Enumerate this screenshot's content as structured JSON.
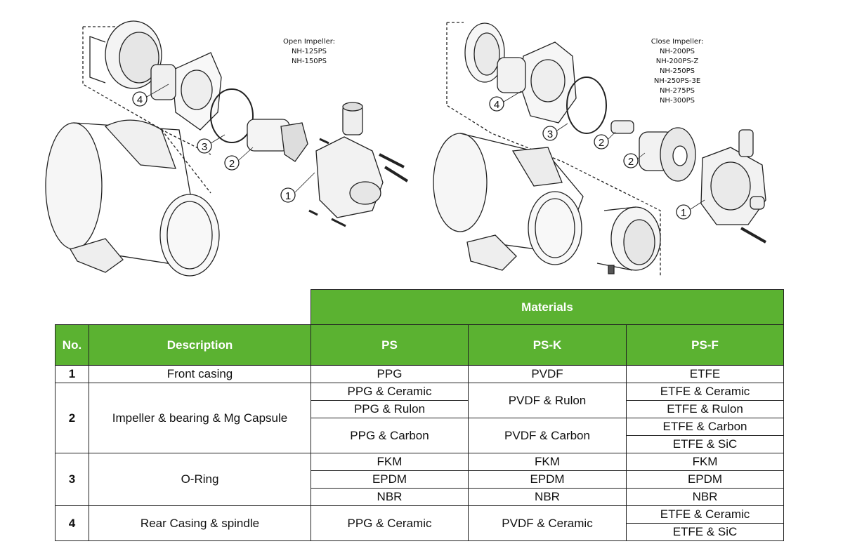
{
  "diagram": {
    "left_title": "Open Impeller:",
    "left_models": [
      "NH-125PS",
      "NH-150PS"
    ],
    "right_title": "Close Impeller:",
    "right_models": [
      "NH-200PS",
      "NH-200PS-Z",
      "NH-250PS",
      "NH-250PS-3E",
      "NH-275PS",
      "NH-300PS"
    ],
    "left_callouts": [
      "4",
      "3",
      "2",
      "1"
    ],
    "right_callouts": [
      "4",
      "3",
      "2",
      "2",
      "1"
    ]
  },
  "table": {
    "materials_header": "Materials",
    "headers": {
      "no": "No.",
      "description": "Description",
      "ps": "PS",
      "psk": "PS-K",
      "psf": "PS-F"
    },
    "rows": {
      "r1": {
        "no": "1",
        "desc": "Front casing",
        "ps": "PPG",
        "psk": "PVDF",
        "psf": "ETFE"
      },
      "r2": {
        "no": "2",
        "desc": "Impeller & bearing & Mg Capsule",
        "ps_a": "PPG & Ceramic",
        "ps_b": "PPG & Rulon",
        "ps_c": "PPG & Carbon",
        "psk_a": "PVDF & Rulon",
        "psk_b": "PVDF & Carbon",
        "psf_a": "ETFE & Ceramic",
        "psf_b": "ETFE & Rulon",
        "psf_c": "ETFE & Carbon",
        "psf_d": "ETFE & SiC"
      },
      "r3": {
        "no": "3",
        "desc": "O-Ring",
        "ps_a": "FKM",
        "ps_b": "EPDM",
        "ps_c": "NBR",
        "psk_a": "FKM",
        "psk_b": "EPDM",
        "psk_c": "NBR",
        "psf_a": "FKM",
        "psf_b": "EPDM",
        "psf_c": "NBR"
      },
      "r4": {
        "no": "4",
        "desc": "Rear Casing & spindle",
        "ps": "PPG & Ceramic",
        "psk": "PVDF & Ceramic",
        "psf_a": "ETFE & Ceramic",
        "psf_b": "ETFE & SiC"
      }
    }
  },
  "colors": {
    "header_green": "#5bb231",
    "header_text": "#ffffff"
  }
}
